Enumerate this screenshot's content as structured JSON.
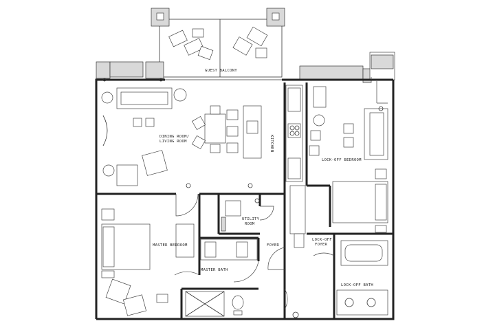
{
  "plan": {
    "rooms": {
      "guest_balcony": "GUEST BALCONY",
      "dining_living": [
        "DINING ROOM/",
        "LIVING ROOM"
      ],
      "kitchen": "KITCHEN",
      "lockoff_bedroom": "LOCK-OFF BEDROOM",
      "utility_room": [
        "UTILITY",
        "ROOM"
      ],
      "master_bedroom": "MASTER BEDROOM",
      "master_bath": "MASTER BATH",
      "foyer": "FOYER",
      "lockoff_foyer": [
        "LOCK-OFF",
        "FOYER"
      ],
      "lockoff_bath": "LOCK-OFF BATH"
    }
  }
}
